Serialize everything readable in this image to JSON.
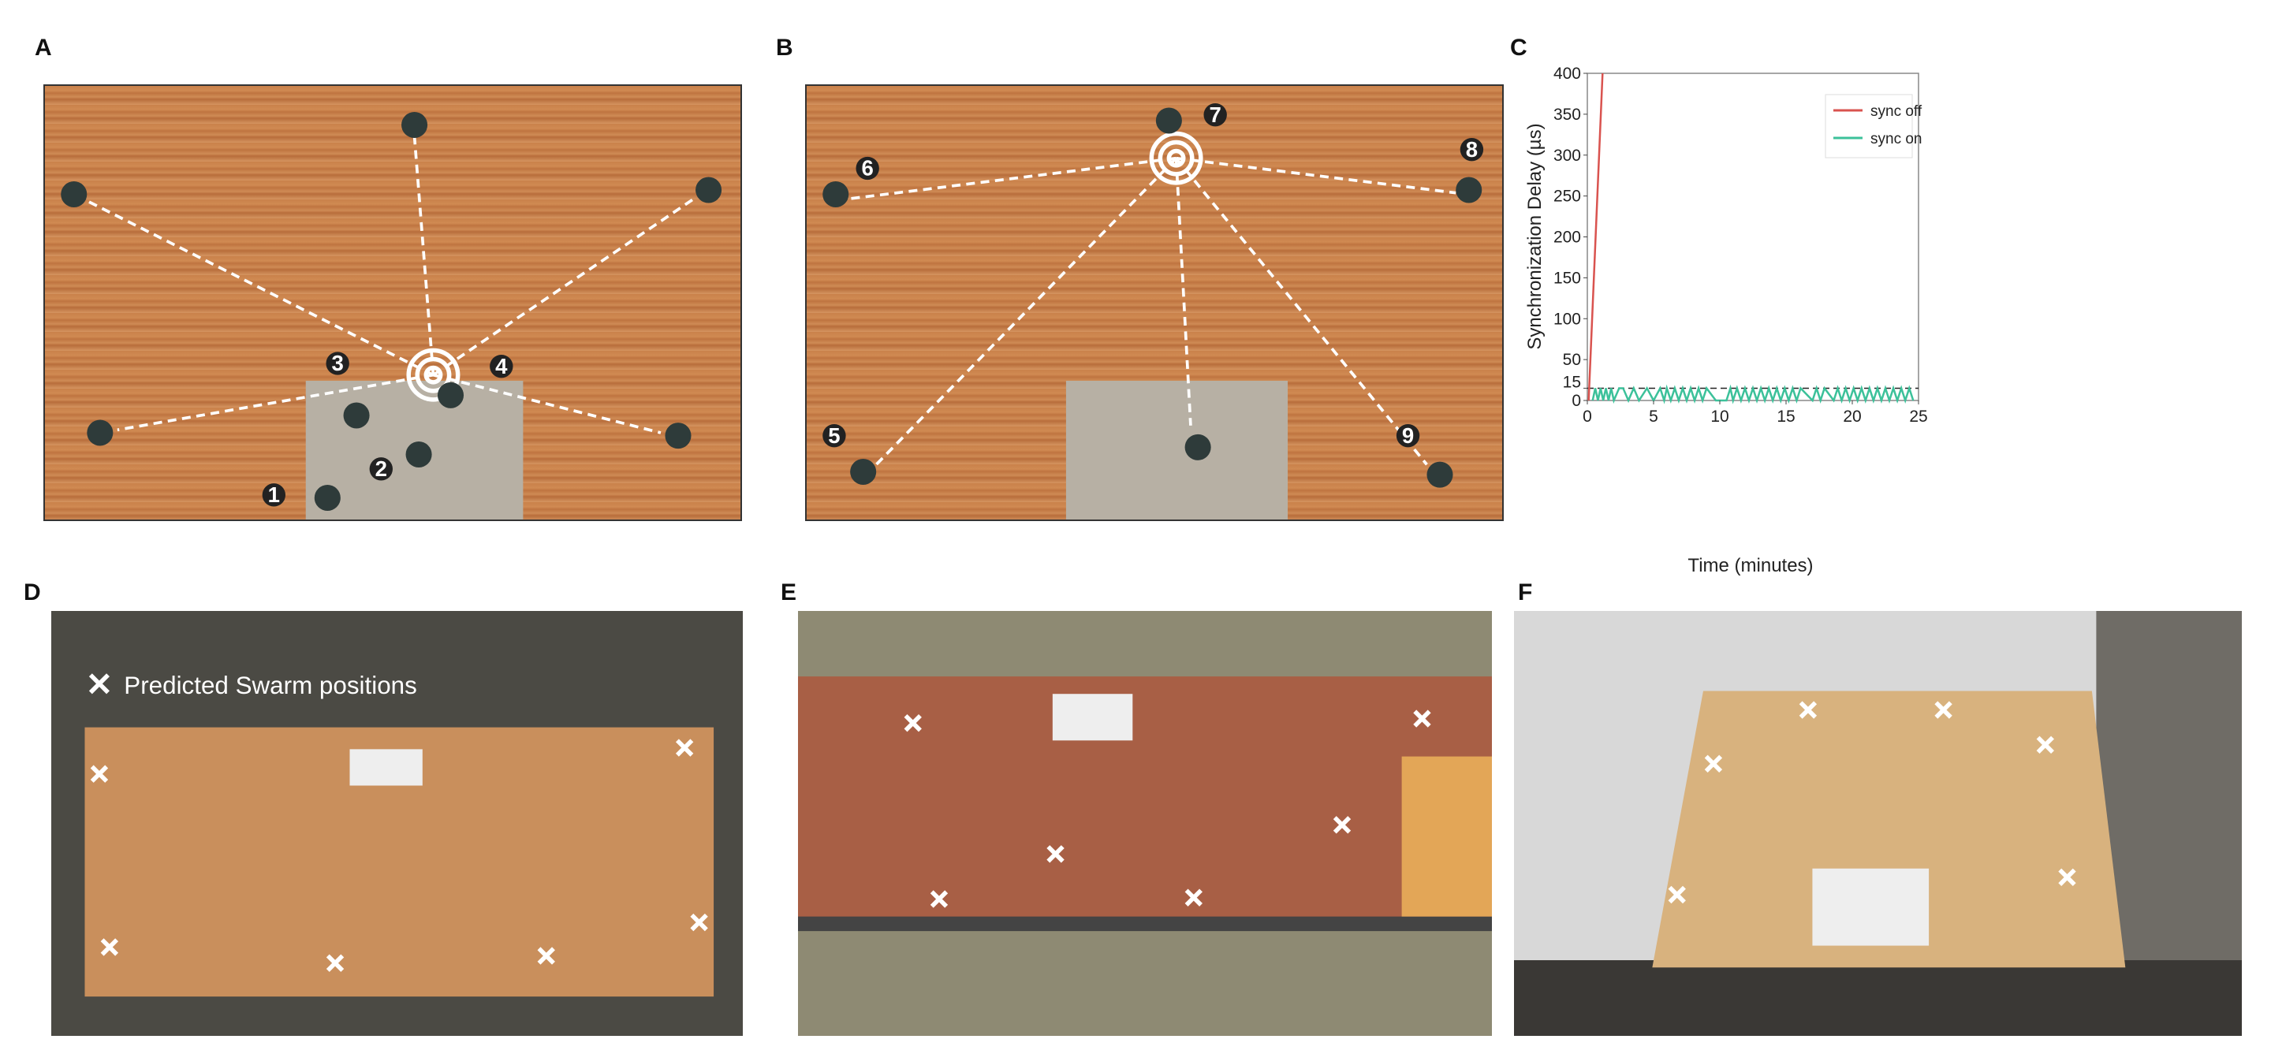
{
  "panels": {
    "A": {
      "label": "A",
      "robots": [
        "1",
        "2",
        "3",
        "4"
      ]
    },
    "B": {
      "label": "B",
      "robots": [
        "5",
        "6",
        "7",
        "8",
        "9"
      ]
    },
    "C": {
      "label": "C"
    },
    "D": {
      "label": "D",
      "legend": "Predicted Swarm positions"
    },
    "E": {
      "label": "E"
    },
    "F": {
      "label": "F"
    }
  },
  "colors": {
    "sync_off": "#d9534f",
    "sync_on": "#3cc19a"
  },
  "chart_data": {
    "type": "line",
    "xlabel": "Time (minutes)",
    "ylabel": "Synchronization Delay (µs)",
    "xlim": [
      0,
      25
    ],
    "ylim": [
      0,
      400
    ],
    "xticks": [
      0,
      5,
      10,
      15,
      20,
      25
    ],
    "yticks": [
      0,
      15,
      50,
      100,
      150,
      200,
      250,
      300,
      350,
      400
    ],
    "threshold_line": 15,
    "legend_position": "top-right",
    "series": [
      {
        "name": "sync off",
        "x": [
          0.1,
          1.15
        ],
        "y": [
          0,
          400
        ]
      },
      {
        "name": "sync on",
        "x": [
          0.4,
          0.6,
          0.8,
          1.0,
          1.2,
          1.4,
          1.6,
          1.8,
          2.0,
          2.4,
          2.7,
          3.1,
          3.5,
          3.9,
          4.5,
          5.0,
          5.5,
          5.8,
          6.0,
          6.3,
          6.6,
          6.9,
          7.2,
          7.5,
          7.8,
          8.1,
          8.4,
          8.7,
          9.0,
          9.7,
          10.5,
          10.8,
          11.0,
          11.3,
          11.6,
          11.9,
          12.2,
          12.5,
          12.8,
          13.1,
          13.4,
          13.7,
          14.0,
          14.3,
          14.6,
          14.9,
          15.2,
          15.5,
          15.8,
          16.1,
          17.0,
          17.3,
          17.6,
          17.9,
          18.6,
          18.9,
          19.2,
          19.5,
          19.8,
          20.1,
          20.4,
          20.7,
          21.0,
          21.3,
          21.6,
          21.9,
          22.2,
          22.5,
          22.8,
          23.1,
          23.4,
          23.7,
          24.0,
          24.3,
          24.6
        ],
        "y": [
          0,
          15,
          0,
          15,
          0,
          15,
          0,
          15,
          0,
          15,
          15,
          0,
          15,
          0,
          15,
          0,
          15,
          0,
          15,
          0,
          15,
          0,
          15,
          0,
          15,
          0,
          15,
          0,
          15,
          0,
          0,
          15,
          0,
          15,
          0,
          15,
          0,
          15,
          0,
          15,
          0,
          15,
          0,
          15,
          0,
          15,
          0,
          15,
          0,
          15,
          0,
          15,
          0,
          15,
          0,
          15,
          0,
          15,
          0,
          15,
          0,
          15,
          0,
          15,
          0,
          15,
          0,
          15,
          0,
          15,
          0,
          15,
          0,
          15,
          0
        ]
      }
    ]
  }
}
